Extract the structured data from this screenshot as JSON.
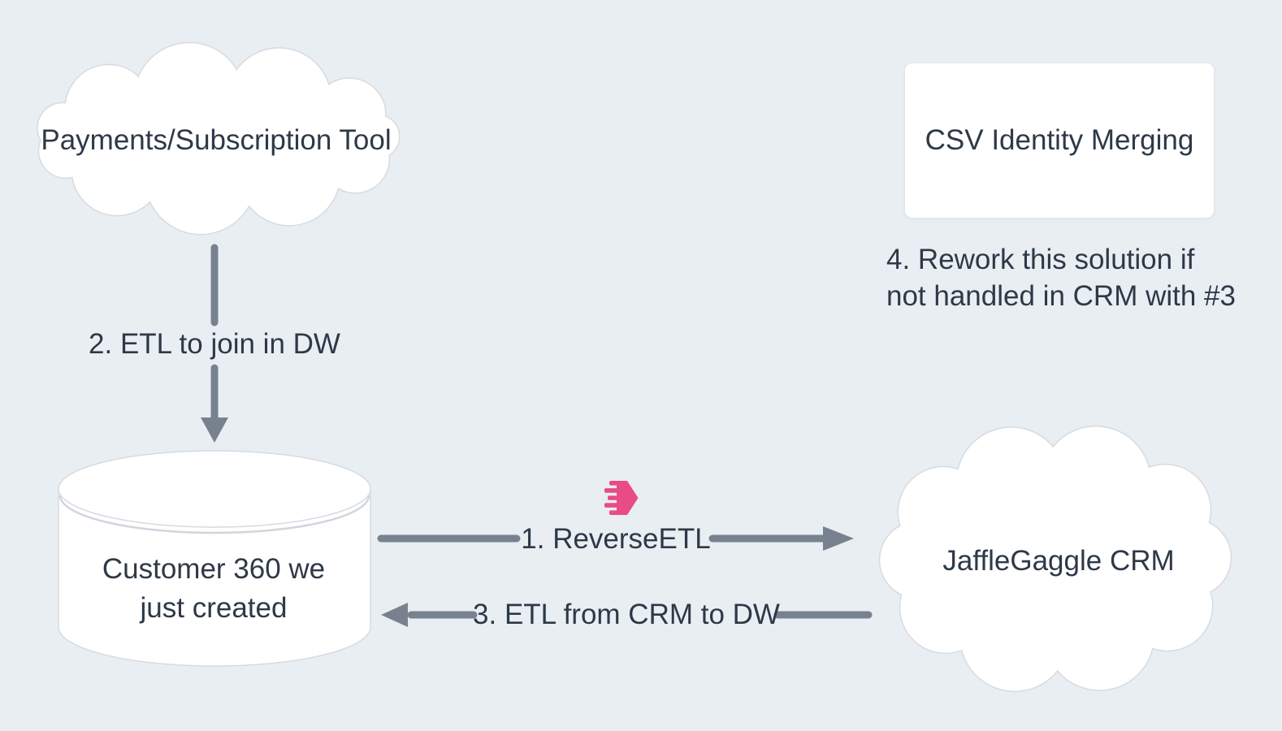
{
  "colors": {
    "background": "#E9EEF3",
    "node_fill": "#FFFFFF",
    "node_stroke": "#D6DBE1",
    "arrow": "#78828F",
    "text": "#2E3947",
    "logo_pink": "#E94B85"
  },
  "nodes": {
    "payments": {
      "shape": "cloud",
      "label": "Payments/Subscription Tool"
    },
    "csv_merge": {
      "shape": "rounded-rectangle",
      "label": "CSV Identity Merging"
    },
    "warehouse": {
      "shape": "database-cylinder",
      "label_line1": "Customer 360 we",
      "label_line2": "just created"
    },
    "crm": {
      "shape": "cloud",
      "label": "JaffleGaggle CRM"
    }
  },
  "edges": {
    "step2": {
      "label": "2. ETL to join in DW",
      "from": "payments",
      "to": "warehouse",
      "direction": "down"
    },
    "step1": {
      "label": "1. ReverseETL",
      "from": "warehouse",
      "to": "crm",
      "direction": "right"
    },
    "step3": {
      "label": "3. ETL from CRM to DW",
      "from": "crm",
      "to": "warehouse",
      "direction": "left"
    }
  },
  "notes": {
    "step4": {
      "line1": "4. Rework this solution if",
      "line2": "not handled in CRM with #3"
    }
  },
  "icons": {
    "hightouch_logo": {
      "name": "hightouch-logo",
      "color": "#E94B85"
    }
  }
}
